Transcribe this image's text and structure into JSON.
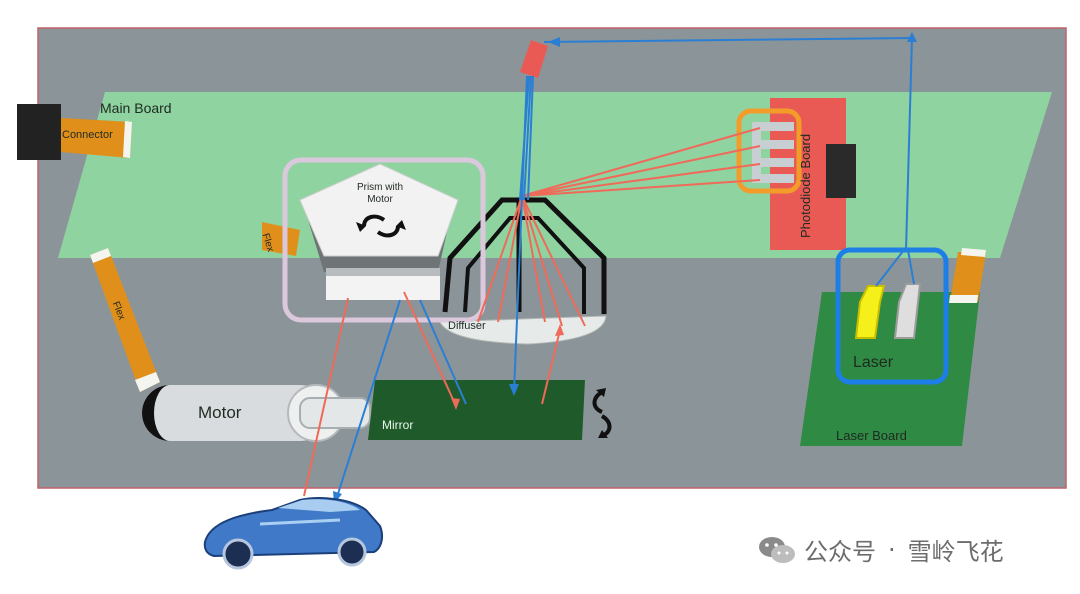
{
  "labels": {
    "main_board": "Main Board",
    "connector": "Connector",
    "flex": "Flex",
    "prism": "Prism with\nMotor",
    "diffuser": "Diffuser",
    "photodiode_board": "Photodiode Board",
    "motor": "Motor",
    "mirror": "Mirror",
    "laser": "Laser",
    "laser_board": "Laser Board"
  },
  "watermark": {
    "icon": "wechat-icon",
    "text": "公众号",
    "separator": "·",
    "author": "雪岭飞花"
  },
  "colors": {
    "housing": "#8b9498",
    "main_board": "#8fd3a0",
    "laser_board": "#2f8a44",
    "mirror": "#1f5b2a",
    "flex": "#e0901a",
    "photodiode_board": "#ea5a55",
    "beam_red": "#f06a5a",
    "beam_blue": "#2a7fd4",
    "prism_highlight": "#dcc8dc",
    "photodiode_highlight": "#f39c2a",
    "laser_highlight": "#1c7ee6",
    "laser_yellow": "#f6f01a"
  }
}
